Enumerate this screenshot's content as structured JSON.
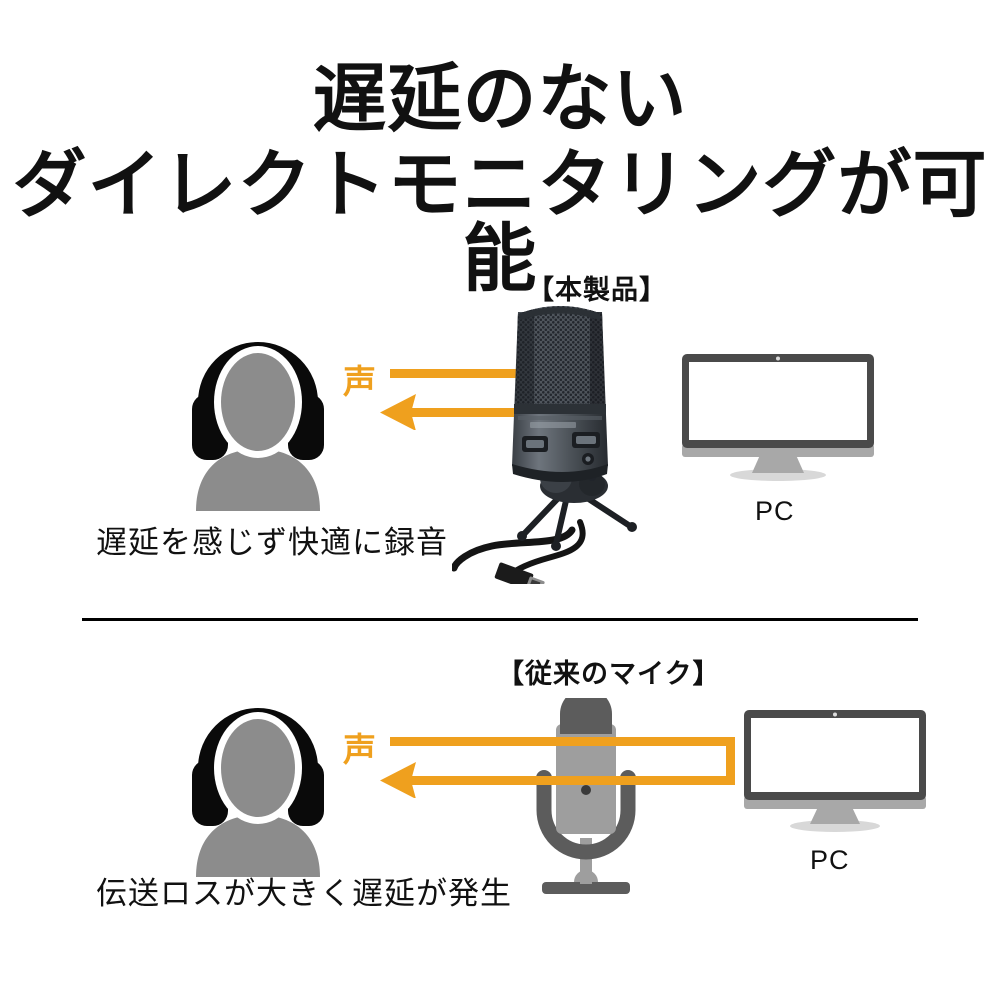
{
  "title": {
    "line1": "遅延のない",
    "line2": "ダイレクトモニタリングが可能"
  },
  "sections": [
    {
      "id": "product",
      "label": "【本製品】",
      "voice_label": "声",
      "caption": "遅延を感じず快適に録音",
      "pc_label": "PC",
      "mic_type": "usb-condenser-microphone-photo"
    },
    {
      "id": "conventional",
      "label": "【従来のマイク】",
      "voice_label": "声",
      "caption": "伝送ロスが大きく遅延が発生",
      "pc_label": "PC",
      "mic_type": "vintage-microphone-icon"
    }
  ],
  "colors": {
    "accent_orange": "#EFA01E",
    "text_black": "#111111",
    "silhouette_gray": "#8C8C8C",
    "headphone_black": "#0A0A0A",
    "monitor_bezel": "#4A4A4A",
    "monitor_chin": "#A8A8A8",
    "mic_icon_dark": "#5C5C5C",
    "mic_icon_light": "#9E9E9E",
    "divider": "#000000"
  }
}
